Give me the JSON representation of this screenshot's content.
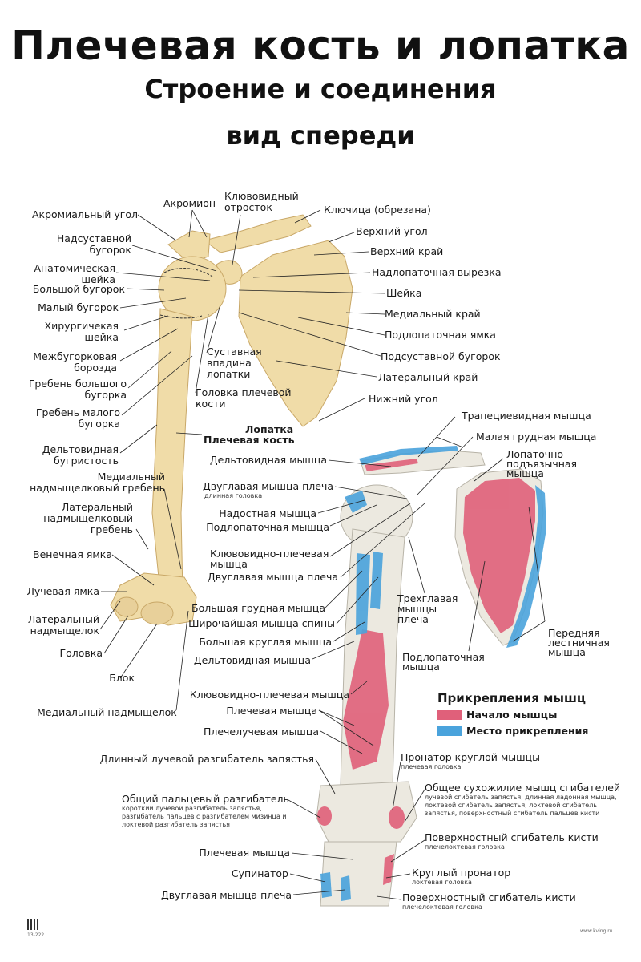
{
  "title": "Плечевая кость и лопатка",
  "subtitle": "Строение и соединения",
  "view": "вид спереди",
  "colors": {
    "bone": "#f0dca8",
    "origin": "#e0607a",
    "insertion": "#4aa3dc",
    "line": "#222222"
  },
  "labels_top": {
    "akromion": "Акромион",
    "klyuv": "Клювовидный\nотросток",
    "akrom_ugol": "Акромиальный угол",
    "klyuchica": "Ключица (обрезана)",
    "nadsust": "Надсуставной\nбугорок",
    "verh_ugol": "Верхний угол",
    "verh_kray": "Верхний край",
    "anat_sheyka": "Анатомическая\nшейка",
    "nadlop_vyrezka": "Надлопаточная вырезка",
    "bolsh_bug": "Большой бугорок",
    "sheyka": "Шейка",
    "mal_bug": "Малый бугорок",
    "med_kray": "Медиальный край",
    "hir_sheyka": "Хирургичекая\nшейка",
    "podlop_yamka": "Подлопаточная ямка",
    "sust_vpadina": "Суставная\nвпадина\nлопатки",
    "mezhbug": "Межбугорковая\nборозда",
    "podsust": "Подсуставной бугорок",
    "lat_kray": "Латеральный край",
    "greb_bolsh": "Гребень большого\nбугорка",
    "golovka_plech": "Головка плечевой\nкости",
    "nizh_ugol": "Нижний угол",
    "greb_mal": "Гребень малого\nбугорка",
    "lopatka": "Лопатка",
    "plech_kost": "Плечевая кость",
    "deltovid_bug": "Дельтовидная\nбугристость",
    "med_nadmysh_greb": "Медиальный\nнадмыщелковый гребень",
    "lat_nadmysh_greb": "Латеральный\nнадмыщелковый\nгребень",
    "venech": "Венечная ямка",
    "luch_yamka": "Лучевая ямка",
    "lat_nadmysh": "Латеральный\nнадмыщелок",
    "golovka": "Головка",
    "blok": "Блок",
    "med_nadmysh": "Медиальный надмыщелок"
  },
  "labels_muscles": {
    "trapec": "Трапециевидная мышца",
    "mal_grud": "Малая грудная мышца",
    "deltovid1": "Дельтовидная мышца",
    "lopat_podyaz": "Лопаточно\nподъязычная\nмышца",
    "dvugl1": "Двуглавая мышца плеча",
    "dvugl1_sub": "длинная головка",
    "nadost": "Надостная мышца",
    "podlop1": "Подлопаточная мышца",
    "klyuv_plech1": "Клювовидно-плечевая\nмышца",
    "dvugl2": "Двуглавая мышца плеча",
    "trehgl": "Трехглавая\nмышцы\nплеча",
    "bolsh_grud": "Большая грудная мышца",
    "shirok": "Широчайшая мышца спины",
    "bolsh_krug": "Большая круглая мышца",
    "peredn_lestn": "Передняя\nлестничная\nмышца",
    "deltovid2": "Дельтовидная мышца",
    "podlop2": "Подлопаточная\nмышца",
    "klyuv_plech2": "Клювовидно-плечевая мышца",
    "plech1": "Плечевая мышца",
    "plecheluch": "Плечелучевая мышца",
    "dlin_luch": "Длинный лучевой разгибатель запястья",
    "pronator_krug": "Пронатор круглой мышцы",
    "pronator_krug_sub": "плечевая головка",
    "obsh_palc": "Общий пальцевый разгибатель",
    "obsh_palc_sub": "короткий лучевой разгибатель запястья,\nразгибатель пальцев с разгибателем мизинца и\nлоктевой разгибатель запястья",
    "obsh_suh": "Общее сухожилие мышц сгибателей",
    "obsh_suh_sub": "лучевой сгибатель запястья, длинная ладонная мышца,\nлоктевой сгибатель запястья, локтевой сгибатель\nзапястья, поверхностный сгибатель пальцев кисти",
    "poverh1": "Поверхностный сгибатель кисти",
    "poverh1_sub": "плечелоктевая головка",
    "plech2": "Плечевая мышца",
    "supinator": "Супинатор",
    "krug_pronator": "Круглый пронатор",
    "krug_pronator_sub": "локтевая головка",
    "dvugl3": "Двуглавая мышца плеча",
    "poverh2": "Поверхностный сгибатель кисти",
    "poverh2_sub": "плечелоктевая головка"
  },
  "legend": {
    "title": "Прикрепления мышц",
    "origin": "Начало мышцы",
    "insertion": "Место прикрепления"
  },
  "footer": {
    "code": "13-222",
    "site": "www.kving.ru"
  }
}
